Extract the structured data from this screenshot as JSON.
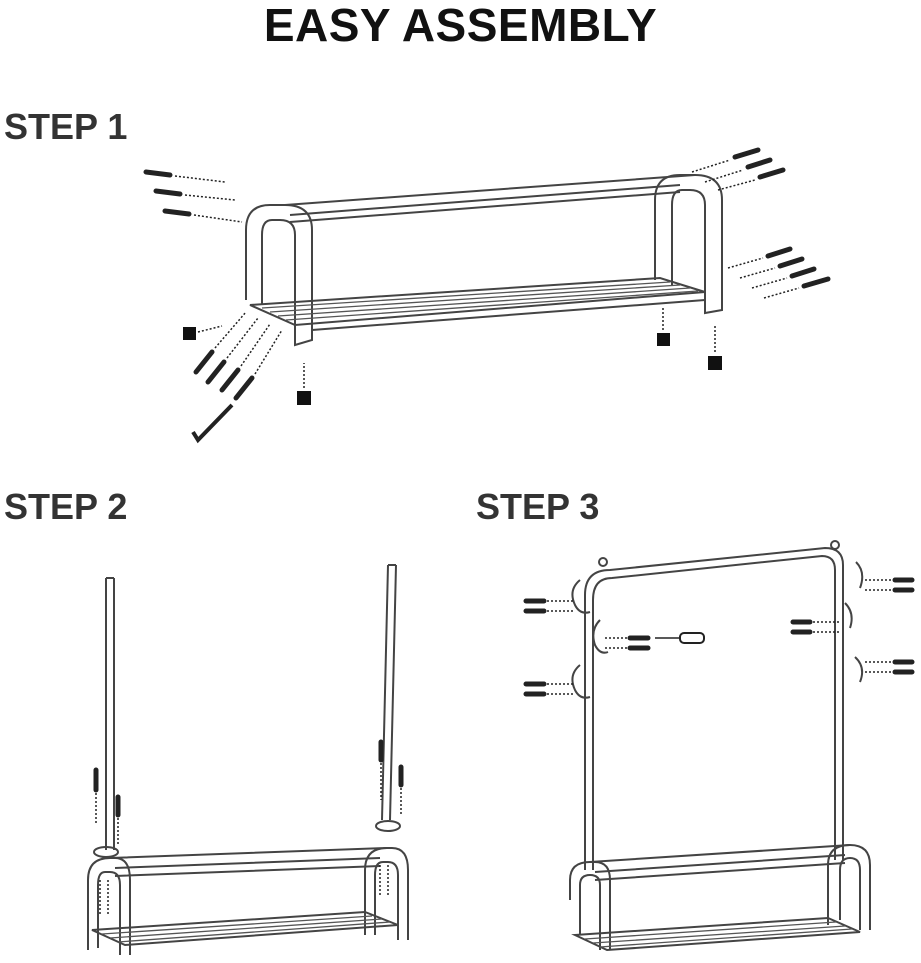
{
  "header": {
    "title": "EASY ASSEMBLY"
  },
  "steps": [
    {
      "label": "STEP 1"
    },
    {
      "label": "STEP 2"
    },
    {
      "label": "STEP 3"
    }
  ]
}
